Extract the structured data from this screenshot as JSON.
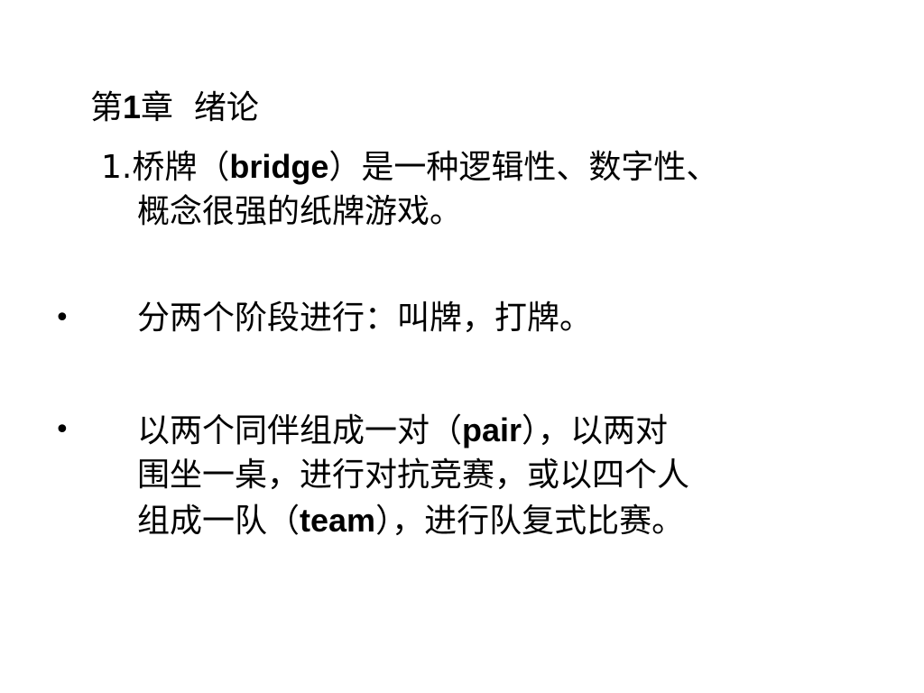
{
  "slide": {
    "title": {
      "prefix": "第",
      "num": "1",
      "rest": "章  绪论"
    },
    "intro": {
      "number": "1",
      "line1_a": ".桥牌（",
      "line1_b": "bridge",
      "line1_c": "）是一种逻辑性、数字性、",
      "line2": "概念很强的纸牌游戏。"
    },
    "bullet_char": "•",
    "bullet1": {
      "text": "分两个阶段进行：叫牌，打牌。"
    },
    "bullet2": {
      "line1_a": "以两个同伴组成一对（",
      "line1_b": "pair",
      "line1_c": "），以两对",
      "line2": "围坐一桌，进行对抗竞赛，或以四个人",
      "line3_a": "组成一队（",
      "line3_b": "team",
      "line3_c": "），进行队复式比赛。"
    }
  }
}
